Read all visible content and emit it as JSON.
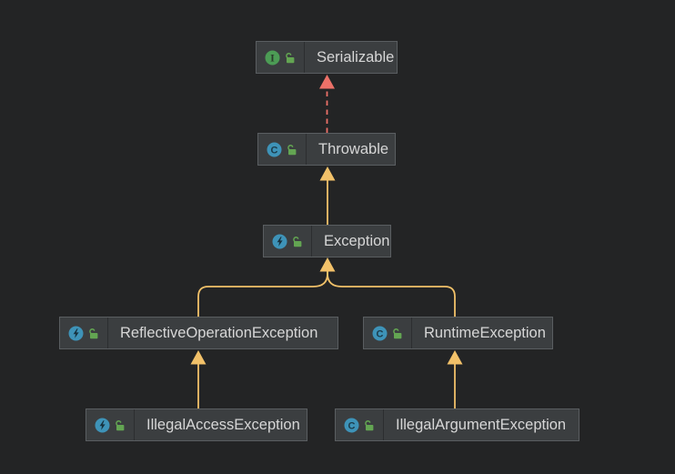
{
  "diagram": {
    "kind": "uml-class-diagram",
    "nodes": [
      {
        "label": "Serializable",
        "icon": "interface-icon",
        "visibility_icon": "unlocked-public-icon"
      },
      {
        "label": "Throwable",
        "icon": "class-icon",
        "visibility_icon": "unlocked-public-icon"
      },
      {
        "label": "Exception",
        "icon": "exception-class-icon",
        "visibility_icon": "unlocked-public-icon"
      },
      {
        "label": "ReflectiveOperationException",
        "icon": "exception-class-icon",
        "visibility_icon": "unlocked-public-icon"
      },
      {
        "label": "RuntimeException",
        "icon": "class-icon",
        "visibility_icon": "unlocked-public-icon"
      },
      {
        "label": "IllegalAccessException",
        "icon": "exception-class-icon",
        "visibility_icon": "unlocked-public-icon"
      },
      {
        "label": "IllegalArgumentException",
        "icon": "class-icon",
        "visibility_icon": "unlocked-public-icon"
      }
    ],
    "edges": [
      {
        "from": "Throwable",
        "to": "Serializable",
        "type": "realization-implements"
      },
      {
        "from": "Exception",
        "to": "Throwable",
        "type": "inheritance-extends"
      },
      {
        "from": "ReflectiveOperationException",
        "to": "Exception",
        "type": "inheritance-extends"
      },
      {
        "from": "RuntimeException",
        "to": "Exception",
        "type": "inheritance-extends"
      },
      {
        "from": "IllegalAccessException",
        "to": "ReflectiveOperationException",
        "type": "inheritance-extends"
      },
      {
        "from": "IllegalArgumentException",
        "to": "RuntimeException",
        "type": "inheritance-extends"
      }
    ]
  },
  "colors": {
    "background": "#232425",
    "node_fill": "#3B3E40",
    "node_border": "#5A5E61",
    "node_text": "#D6D6D6",
    "inheritance_edge": "#F2C169",
    "realization_edge": "#EC7168",
    "interface_icon_green": "#4C9C55",
    "class_icon_blue": "#3E93B8",
    "lock_green": "#63A552"
  }
}
